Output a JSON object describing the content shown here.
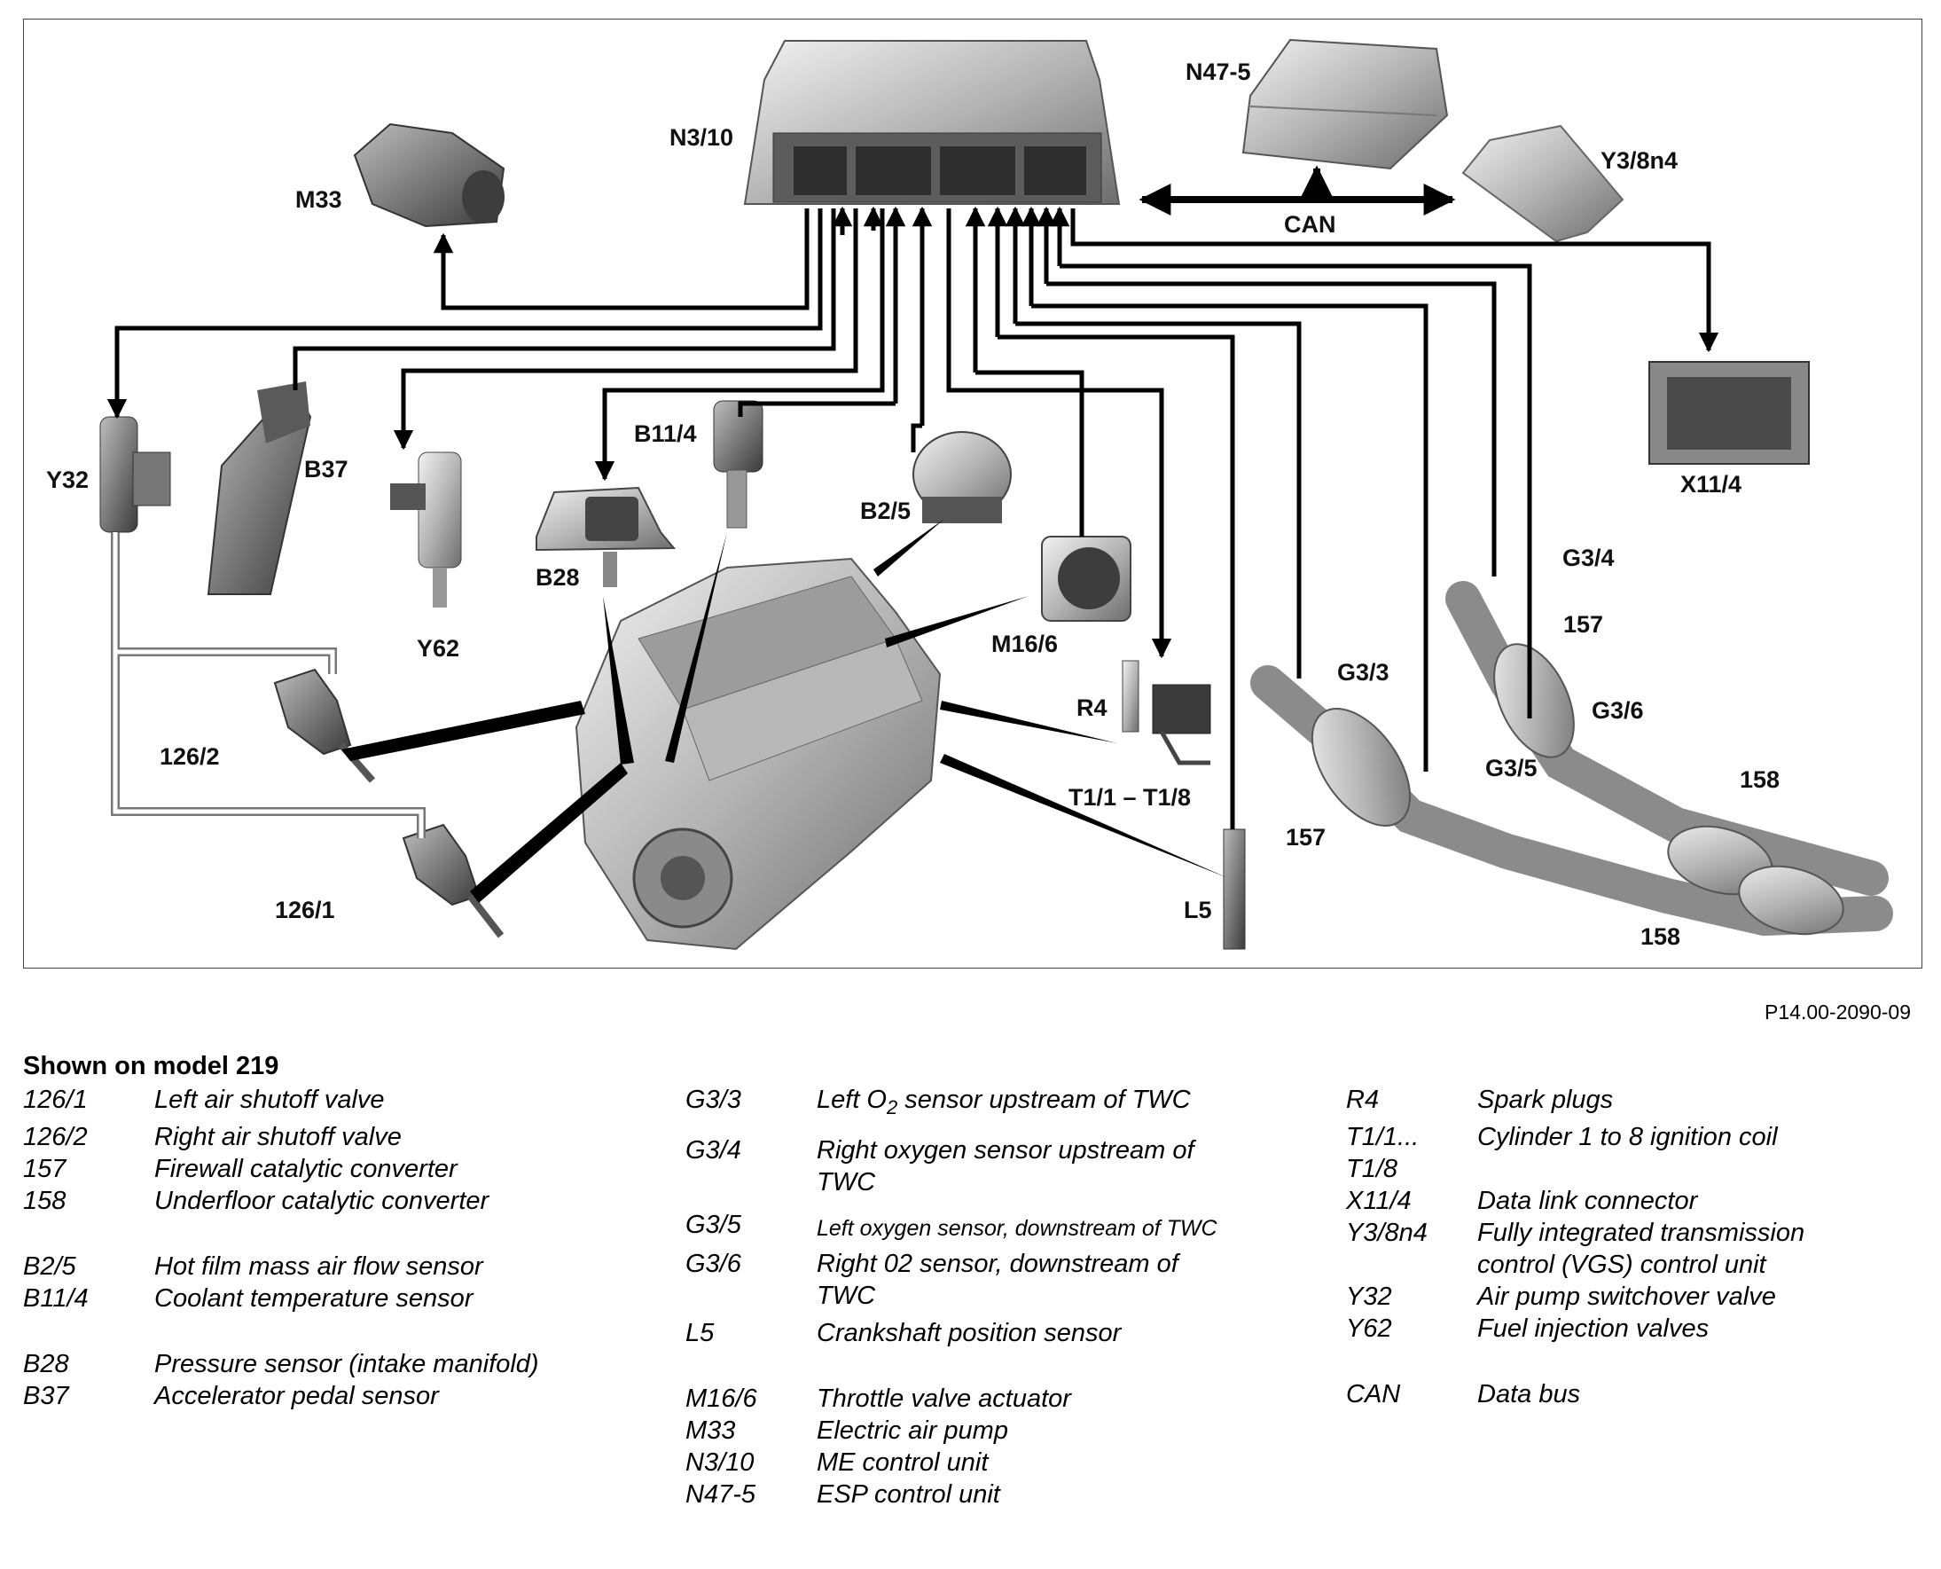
{
  "diagram": {
    "callouts": {
      "n3_10": "N3/10",
      "n47_5": "N47-5",
      "y3_8n4": "Y3/8n4",
      "can": "CAN",
      "m33": "M33",
      "x11_4": "X11/4",
      "y32": "Y32",
      "b37": "B37",
      "y62": "Y62",
      "b28": "B28",
      "b11_4": "B11/4",
      "b2_5": "B2/5",
      "m16_6": "M16/6",
      "r4": "R4",
      "t1": "T1/1 – T1/8",
      "l5": "L5",
      "g3_3": "G3/3",
      "g3_4": "G3/4",
      "g3_5": "G3/5",
      "g3_6": "G3/6",
      "cat157_left": "157",
      "cat157_right": "157",
      "cat158_upper": "158",
      "cat158_lower": "158",
      "v126_2": "126/2",
      "v126_1": "126/1"
    }
  },
  "figure_id": "P14.00-2090-09",
  "legend": {
    "heading": "Shown on model 219",
    "col1": [
      {
        "code": "126/1",
        "desc": "Left air shutoff valve"
      },
      {
        "code": "126/2",
        "desc": "Right air shutoff valve"
      },
      {
        "code": "157",
        "desc": "Firewall catalytic converter"
      },
      {
        "code": "158",
        "desc": "Underfloor catalytic converter"
      },
      {
        "code": "B2/5",
        "desc": "Hot film mass air flow sensor"
      },
      {
        "code": "B11/4",
        "desc": "Coolant temperature sensor"
      },
      {
        "code": "B28",
        "desc": "Pressure sensor (intake manifold)"
      },
      {
        "code": "B37",
        "desc": "Accelerator pedal sensor"
      }
    ],
    "col2": [
      {
        "code": "G3/3",
        "desc_a": "Left O",
        "desc_sub": "2",
        "desc_b": " sensor upstream of TWC"
      },
      {
        "code": "G3/4",
        "desc": "Right oxygen sensor upstream of TWC"
      },
      {
        "code": "G3/5",
        "desc": "Left oxygen sensor, downstream of TWC"
      },
      {
        "code": "G3/6",
        "desc": "Right 02 sensor, downstream of TWC"
      },
      {
        "code": "L5",
        "desc": "Crankshaft position sensor"
      },
      {
        "code": "M16/6",
        "desc": "Throttle valve actuator"
      },
      {
        "code": "M33",
        "desc": "Electric air pump"
      },
      {
        "code": "N3/10",
        "desc": "ME control unit"
      },
      {
        "code": "N47-5",
        "desc": "ESP control unit"
      }
    ],
    "col3": [
      {
        "code": "R4",
        "desc": "Spark plugs"
      },
      {
        "code": "T1/1...",
        "desc": "Cylinder 1 to 8 ignition coil"
      },
      {
        "code": "T1/8",
        "desc": ""
      },
      {
        "code": "X11/4",
        "desc": "Data link connector"
      },
      {
        "code": "Y3/8n4",
        "desc": "Fully integrated transmission control (VGS) control unit"
      },
      {
        "code": "Y32",
        "desc": "Air pump switchover valve"
      },
      {
        "code": "Y62",
        "desc": "Fuel injection valves"
      },
      {
        "code": "CAN",
        "desc": "Data bus"
      }
    ]
  }
}
